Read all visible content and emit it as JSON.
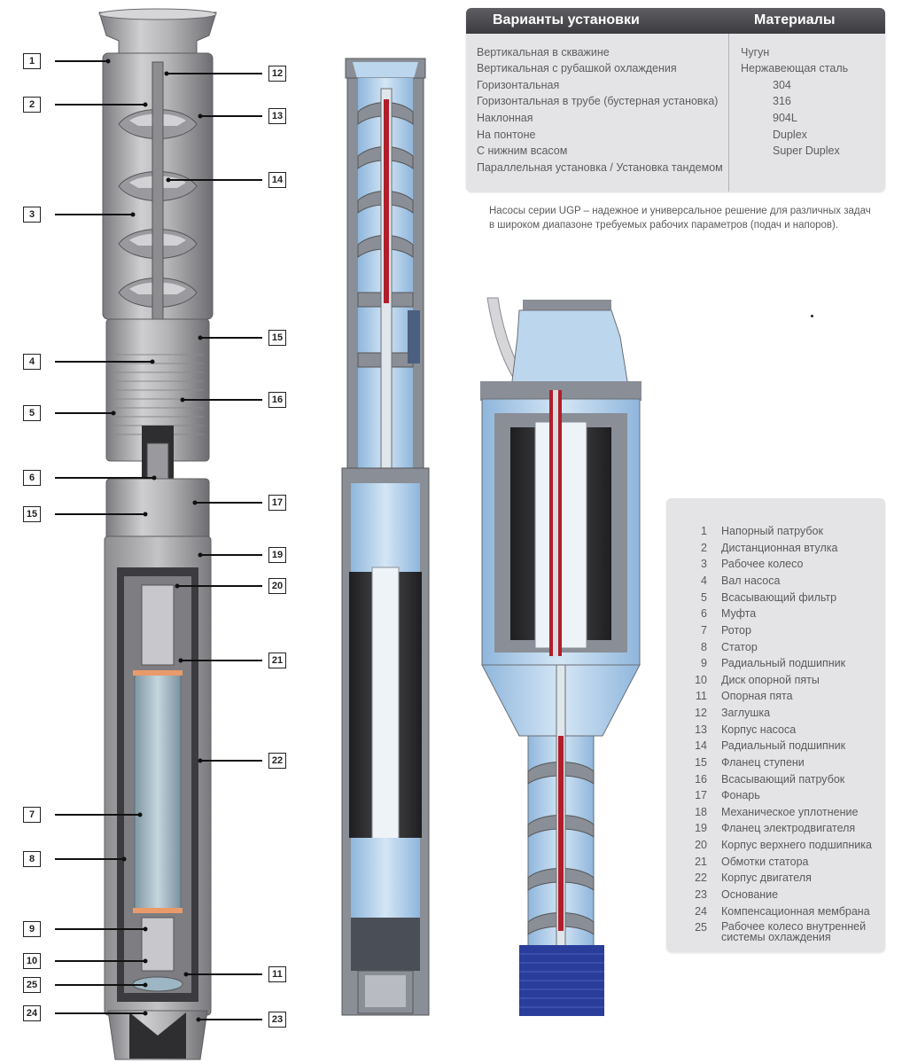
{
  "table": {
    "header_left": "Варианты установки",
    "header_right": "Материалы",
    "installs": [
      "Вертикальная в скважине",
      "Вертикальная с рубашкой охлаждения",
      "Горизонтальная",
      "Горизонтальная в трубе (бустерная установка)",
      "Наклонная",
      "На понтоне",
      "С нижним всасом",
      "Параллельная установка / Установка тандемом"
    ],
    "materials": [
      "Чугун",
      "Нержавеющая сталь",
      "304",
      "316",
      "904L",
      "Duplex",
      "Super Duplex"
    ]
  },
  "note": "Насосы серии UGP – надежное и универсальное решение для различных задач в широком диапазоне требуемых рабочих параметров (подач и напоров).",
  "legend": [
    {
      "n": "1",
      "t": "Напорный патрубок"
    },
    {
      "n": "2",
      "t": "Дистанционная втулка"
    },
    {
      "n": "3",
      "t": "Рабочее колесо"
    },
    {
      "n": "4",
      "t": "Вал насоса"
    },
    {
      "n": "5",
      "t": "Всасывающий фильтр"
    },
    {
      "n": "6",
      "t": "Муфта"
    },
    {
      "n": "7",
      "t": "Ротор"
    },
    {
      "n": "8",
      "t": "Статор"
    },
    {
      "n": "9",
      "t": "Радиальный подшипник"
    },
    {
      "n": "10",
      "t": "Диск опорной пяты"
    },
    {
      "n": "11",
      "t": "Опорная пята"
    },
    {
      "n": "12",
      "t": "Заглушка"
    },
    {
      "n": "13",
      "t": "Корпус насоса"
    },
    {
      "n": "14",
      "t": "Радиальный подшипник"
    },
    {
      "n": "15",
      "t": "Фланец ступени"
    },
    {
      "n": "16",
      "t": "Всасывающий патрубок"
    },
    {
      "n": "17",
      "t": "Фонарь"
    },
    {
      "n": "18",
      "t": "Механическое уплотнение"
    },
    {
      "n": "19",
      "t": "Фланец электродвигателя"
    },
    {
      "n": "20",
      "t": "Корпус верхнего подшипника"
    },
    {
      "n": "21",
      "t": "Обмотки статора"
    },
    {
      "n": "22",
      "t": "Корпус двигателя"
    },
    {
      "n": "23",
      "t": "Основание"
    },
    {
      "n": "24",
      "t": "Компенсационная мембрана"
    },
    {
      "n": "25",
      "t": "Рабочее колесо внутренней системы охлаждения"
    }
  ],
  "callouts_left": [
    "1",
    "2",
    "3",
    "4",
    "5",
    "6",
    "15",
    "7",
    "8",
    "9",
    "10",
    "25",
    "24"
  ],
  "callouts_right": [
    "12",
    "13",
    "14",
    "15",
    "16",
    "17",
    "19",
    "20",
    "21",
    "22",
    "11",
    "23"
  ],
  "colors": {
    "steel": "#a6a6a8",
    "steel_dark": "#6e6e72",
    "water_blue": "#a9c8e6",
    "casing_grey": "#8a8e96",
    "stator_dark": "#2e2e30",
    "rotor_red": "#b01e2a",
    "panel_grey": "#e4e4e6",
    "header_dark": "#48484c",
    "screen_blue": "#2a3d9a"
  }
}
